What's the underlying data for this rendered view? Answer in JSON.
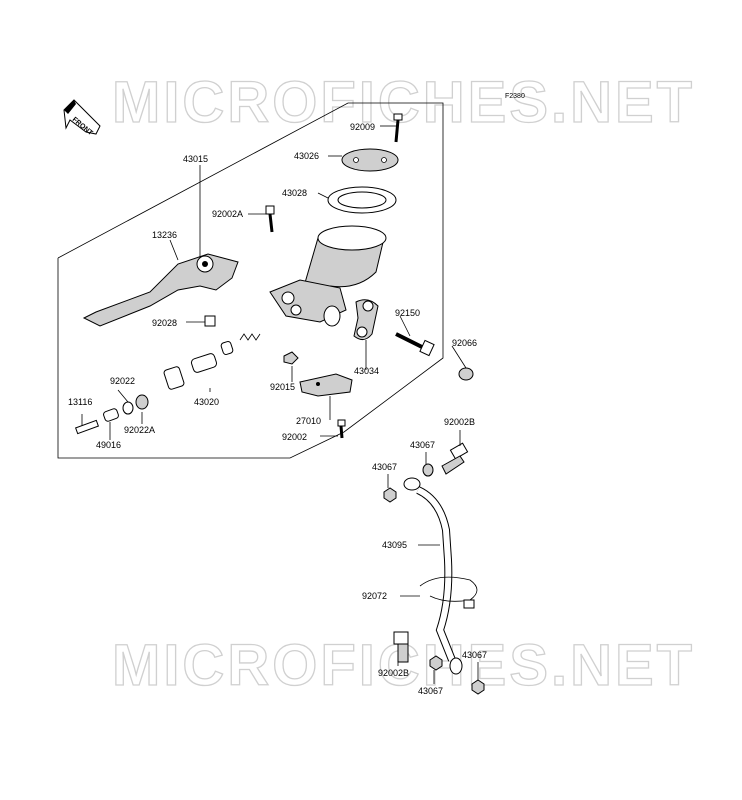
{
  "watermark": "MICROFICHES.NET",
  "figure_code": "F2380",
  "front_label": "FRONT",
  "parts": {
    "p92009": "92009",
    "p43026": "43026",
    "p43028": "43028",
    "p43015": "43015",
    "p92002A": "92002A",
    "p13236": "13236",
    "p92028": "92028",
    "p92150": "92150",
    "p92066": "92066",
    "p43034": "43034",
    "p92015": "92015",
    "p92022": "92022",
    "p43020": "43020",
    "p13116": "13116",
    "p92022A": "92022A",
    "p49016": "49016",
    "p27010": "27010",
    "p92002": "92002",
    "p92002B_top": "92002B",
    "p43067_a": "43067",
    "p43067_b": "43067",
    "p43095": "43095",
    "p92072": "92072",
    "p92002B_bot": "92002B",
    "p43067_c": "43067",
    "p43067_d": "43067"
  }
}
